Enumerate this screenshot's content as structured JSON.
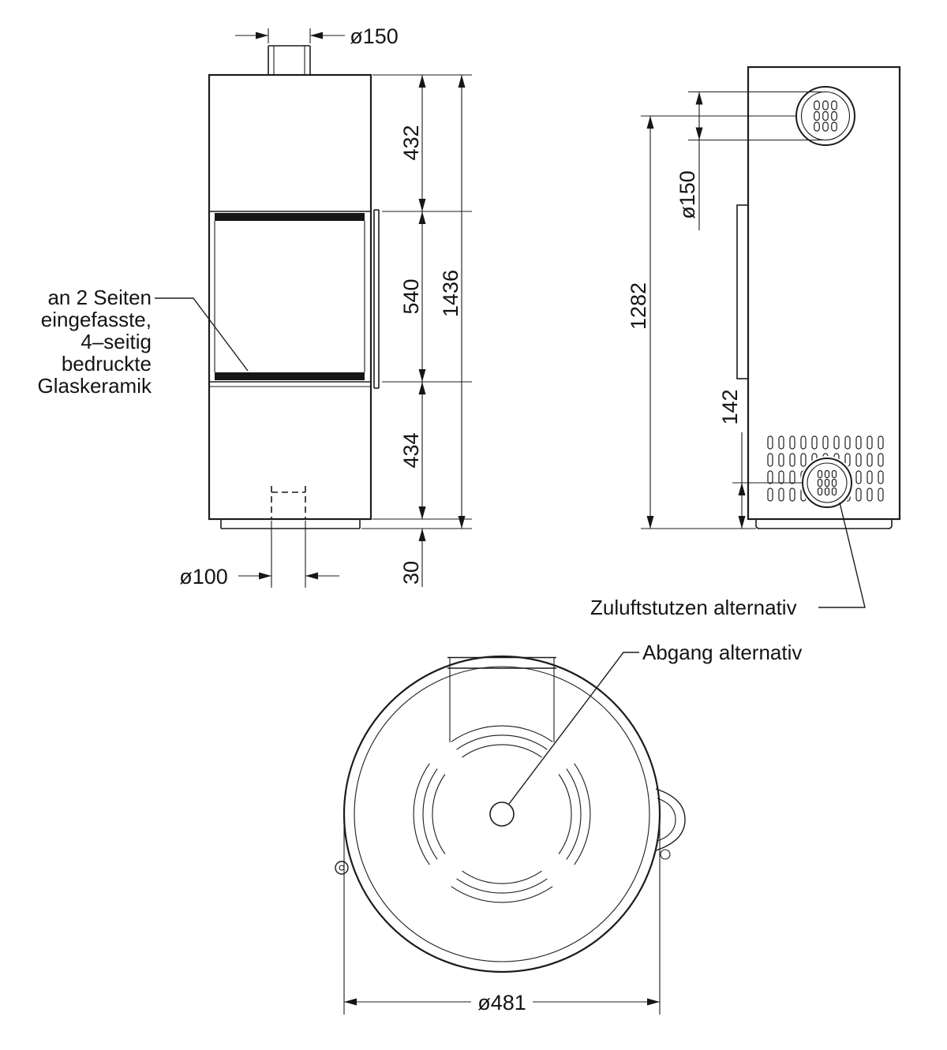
{
  "front_view": {
    "flue_diameter": "ø150",
    "height_top": "432",
    "height_glass": "540",
    "height_lower": "434",
    "height_base": "30",
    "height_total": "1436",
    "inlet_diameter": "ø100",
    "glass_note": [
      "an 2 Seiten",
      "eingefasste,",
      "4–seitig",
      "bedruckte",
      "Glaskeramik"
    ]
  },
  "side_view": {
    "flue_diameter": "ø150",
    "height_flue_center": "1282",
    "height_inlet_center": "142",
    "inlet_note": "Zuluftstutzen alternativ",
    "outlet_note": "Abgang alternativ"
  },
  "top_view": {
    "diameter": "ø481"
  }
}
